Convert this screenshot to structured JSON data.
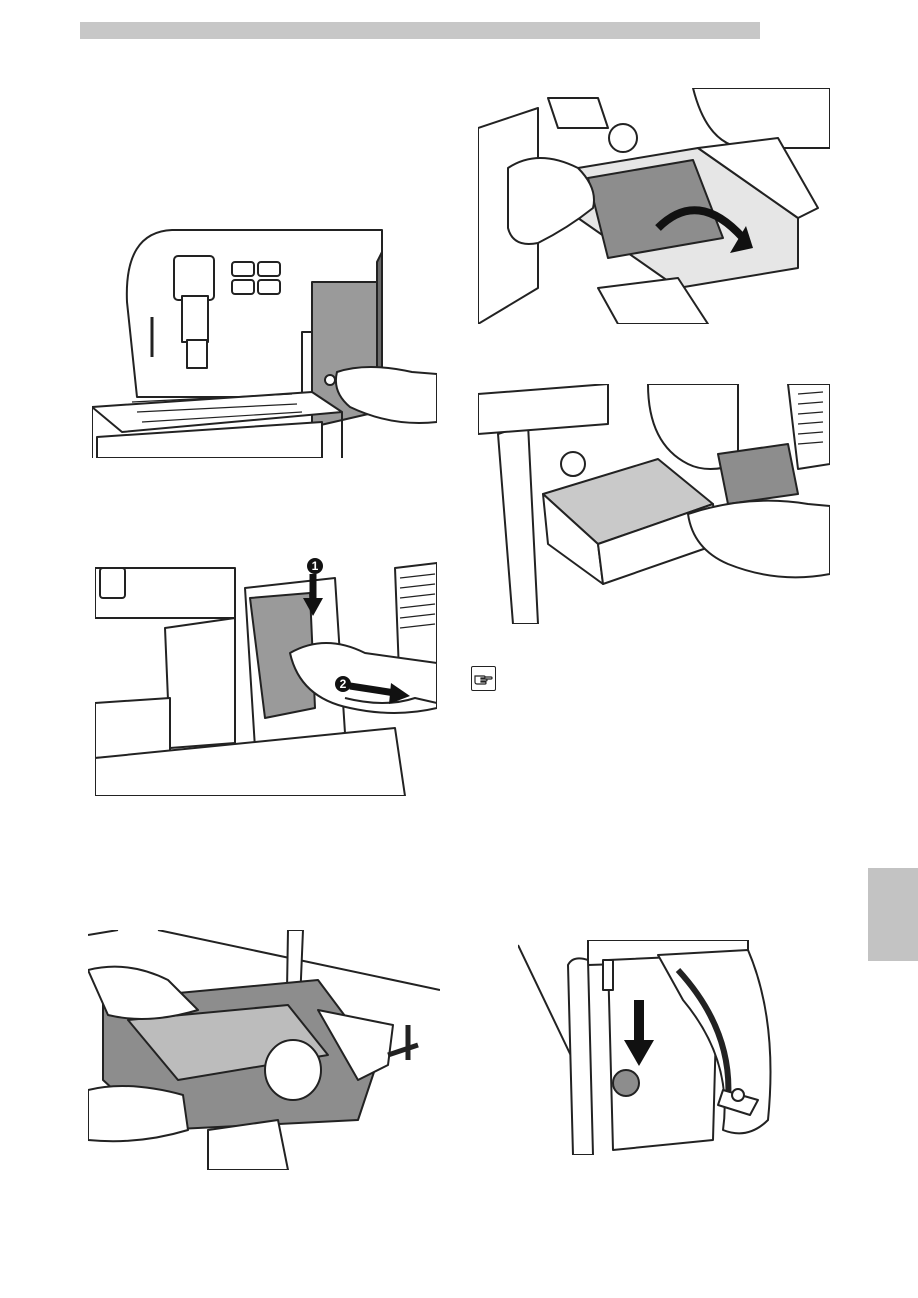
{
  "header": {
    "bar_color": "#c7c7c7"
  },
  "side_tab": {
    "color": "#c3c3c3"
  },
  "figures": [
    {
      "id": "fig1",
      "icon": "coffee-machine-side-door-icon"
    },
    {
      "id": "fig2",
      "icon": "drip-tray-removal-icon"
    },
    {
      "id": "fig3",
      "icon": "coffee-grounds-drawer-icon"
    },
    {
      "id": "fig4",
      "icon": "brew-group-removal-icon",
      "steps": [
        "1",
        "2"
      ]
    },
    {
      "id": "fig5",
      "icon": "brew-group-rinse-icon"
    },
    {
      "id": "fig6",
      "icon": "brew-group-lever-icon"
    }
  ],
  "note": {
    "icon": "hand-pointer-note-icon"
  }
}
